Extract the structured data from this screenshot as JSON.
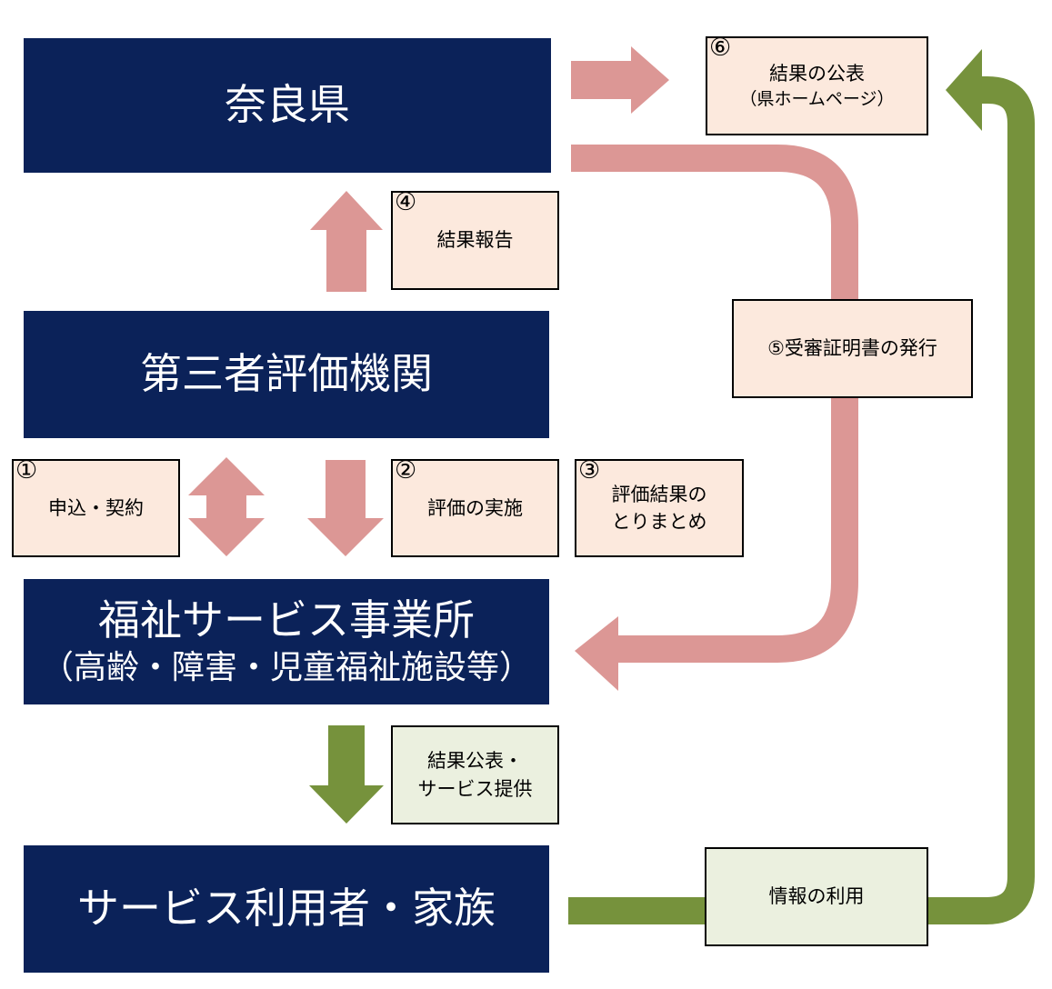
{
  "colors": {
    "entity_bg": "#0b2259",
    "entity_text": "#ffffff",
    "pink_arrow": "#dc9795",
    "pink_label_bg": "#fce9dd",
    "green_arrow": "#76923c",
    "green_label_bg": "#ebf0df"
  },
  "entities": {
    "prefecture": "奈良県",
    "evaluator": "第三者評価機関",
    "facility_line1": "福祉サービス事業所",
    "facility_line2": "（高齢・障害・児童福祉施設等）",
    "users": "サービス利用者・家族"
  },
  "steps": {
    "s1": {
      "num": "①",
      "text": "申込・契約"
    },
    "s2": {
      "num": "②",
      "text": "評価の実施"
    },
    "s3": {
      "num": "③",
      "line1": "評価結果の",
      "line2": "とりまとめ"
    },
    "s4": {
      "num": "④",
      "text": "結果報告"
    },
    "s5": {
      "text": "⑤受審証明書の発行"
    },
    "s6": {
      "num": "⑥",
      "line1": "結果の公表",
      "line2": "（県ホームページ）"
    }
  },
  "green_labels": {
    "publish_line1": "結果公表・",
    "publish_line2": "サービス提供",
    "use": "情報の利用"
  }
}
